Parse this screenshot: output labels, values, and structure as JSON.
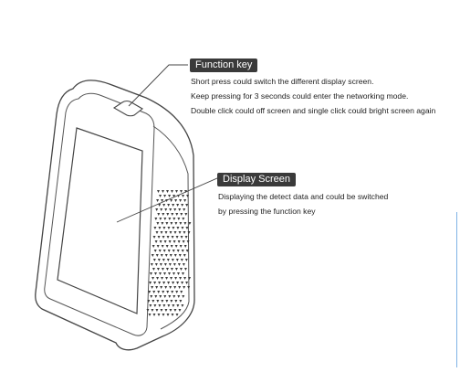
{
  "callouts": {
    "function_key": {
      "label": "Function key",
      "lines": [
        "Short press could switch the different display screen.",
        "Keep pressing for 3 seconds could enter the networking mode.",
        "Double click could off screen and single click could bright screen again"
      ]
    },
    "display_screen": {
      "label": "Display Screen",
      "lines": [
        "Displaying the detect data and could be switched",
        "by pressing the function key"
      ]
    }
  },
  "colors": {
    "label_bg": "#3a3a3a",
    "label_text": "#ffffff",
    "line_art": "#444444",
    "body_text": "#222222"
  }
}
